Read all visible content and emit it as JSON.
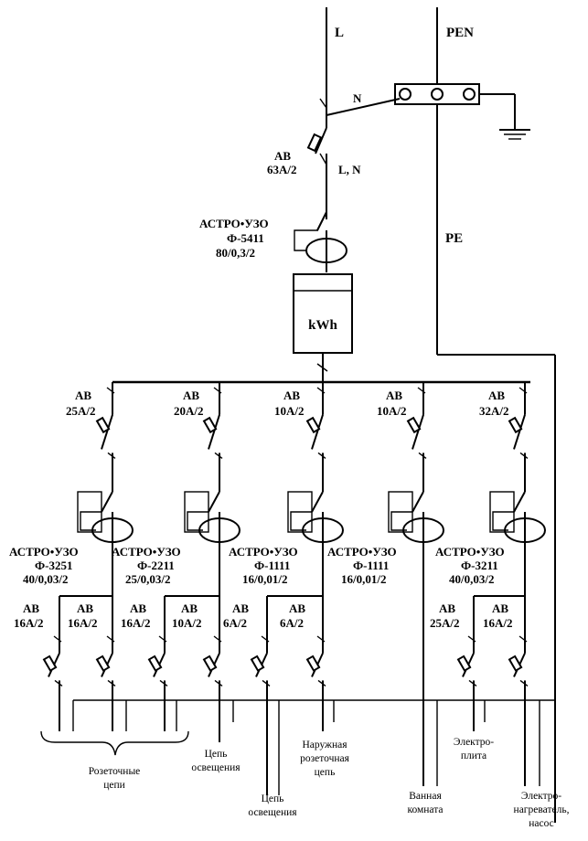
{
  "supply": {
    "line_label": "L",
    "pen_label": "PEN",
    "neutral_label": "N",
    "pe_label": "PE",
    "ln_label": "L, N"
  },
  "main_breaker": {
    "label": "АВ",
    "rating": "63А/2"
  },
  "main_rcd": {
    "label": "АСТРО•УЗО",
    "model": "Ф-5411",
    "rating": "80/0,3/2"
  },
  "meter": {
    "label": "kWh"
  },
  "group_breakers": [
    {
      "label": "АВ",
      "rating": "25А/2"
    },
    {
      "label": "АВ",
      "rating": "20А/2"
    },
    {
      "label": "АВ",
      "rating": "10А/2"
    },
    {
      "label": "АВ",
      "rating": "10А/2"
    },
    {
      "label": "АВ",
      "rating": "32А/2"
    }
  ],
  "group_rcds": [
    {
      "label": "АСТРО•УЗО",
      "model": "Ф-3251",
      "rating": "40/0,03/2"
    },
    {
      "label": "АСТРО•УЗО",
      "model": "Ф-2211",
      "rating": "25/0,03/2"
    },
    {
      "label": "АСТРО•УЗО",
      "model": "Ф-1111",
      "rating": "16/0,01/2"
    },
    {
      "label": "АСТРО•УЗО",
      "model": "Ф-1111",
      "rating": "16/0,01/2"
    },
    {
      "label": "АСТРО•УЗО",
      "model": "Ф-3211",
      "rating": "40/0,03/2"
    }
  ],
  "branch_breakers": [
    {
      "label": "АВ",
      "rating": "16А/2"
    },
    {
      "label": "АВ",
      "rating": "16А/2"
    },
    {
      "label": "АВ",
      "rating": "16А/2"
    },
    {
      "label": "АВ",
      "rating": "10А/2"
    },
    {
      "label": "АВ",
      "rating": "6А/2"
    },
    {
      "label": "АВ",
      "rating": "6А/2"
    },
    {
      "label": "АВ",
      "rating": "25А/2"
    },
    {
      "label": "АВ",
      "rating": "16А/2"
    }
  ],
  "loads": {
    "sockets": [
      "Розеточные",
      "цепи"
    ],
    "lighting_1": [
      "Цепь",
      "освещения"
    ],
    "lighting_2": [
      "Цепь",
      "освещения"
    ],
    "outdoor": [
      "Наружная",
      "розеточная",
      "цепь"
    ],
    "bathroom": [
      "Ванная",
      "комната"
    ],
    "stove": [
      "Электро-",
      "плита"
    ],
    "heater": [
      "Электро-",
      "нагреватель,",
      "насос"
    ]
  }
}
